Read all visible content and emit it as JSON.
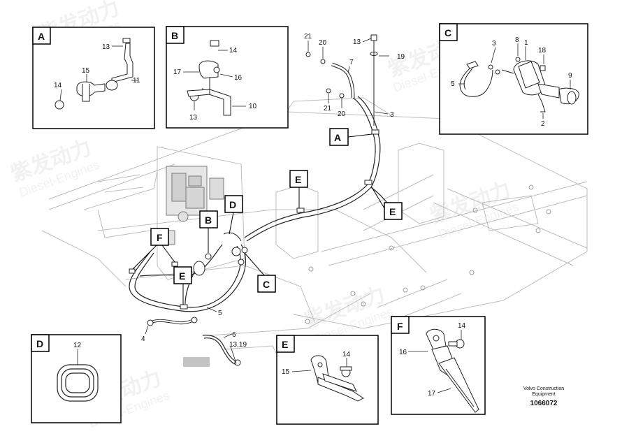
{
  "watermark": {
    "cn": "紫发动力",
    "en": "Diesel-Engines"
  },
  "callouts": {
    "n1": "1",
    "n2": "2",
    "n3": "3",
    "n4": "4",
    "n5": "5",
    "n6": "6",
    "n7": "7",
    "n8": "8",
    "n9": "9",
    "n10": "10",
    "n11": "11",
    "n12": "12",
    "n13": "13",
    "n14": "14",
    "n15": "15",
    "n16": "16",
    "n17": "17",
    "n18": "18",
    "n19": "19",
    "n20": "20",
    "n21": "21",
    "n13_19": "13,19"
  },
  "detail_tags": {
    "a": "A",
    "b": "B",
    "c": "C",
    "d": "D",
    "e": "E",
    "f": "F"
  },
  "credit": {
    "line1": "Volvo Construction",
    "line2": "Equipment",
    "doc_number": "1066072"
  }
}
